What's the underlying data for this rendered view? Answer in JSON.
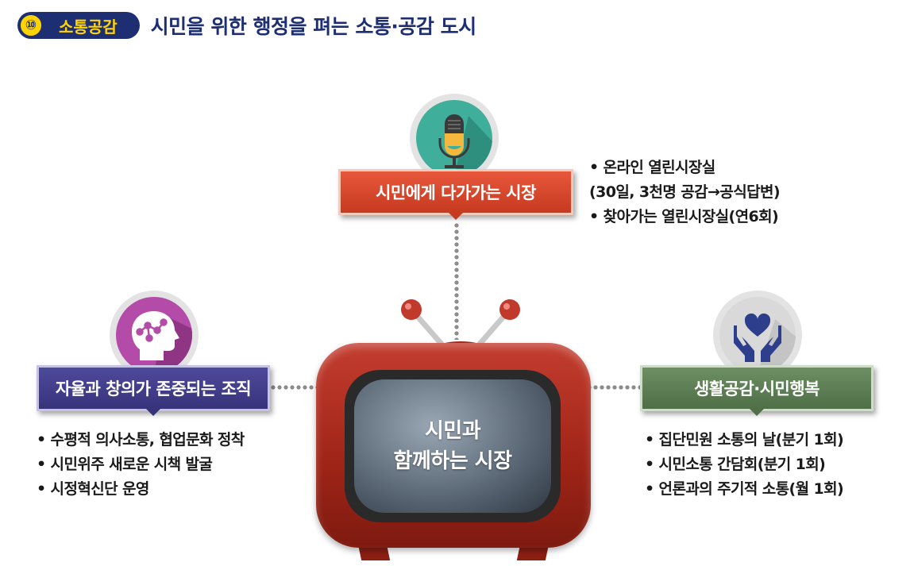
{
  "header": {
    "number": "⑩",
    "category": "소통공감",
    "title": "시민을 위한 행정을 펴는 소통·공감 도시"
  },
  "center": {
    "line1": "시민과",
    "line2": "함께하는 시장"
  },
  "top": {
    "title": "시민에게 다가가는 시장",
    "icon": "microphone-icon",
    "items": [
      "• 온라인 열린시장실",
      " (30일, 3천명 공감→공식답변)",
      "• 찾아가는 열린시장실(연6회)"
    ]
  },
  "left": {
    "title": "자율과 창의가 존중되는 조직",
    "icon": "head-network-icon",
    "items": [
      "• 수평적 의사소통, 협업문화 정착",
      "• 시민위주 새로운 시책 발굴",
      "• 시정혁신단 운영"
    ]
  },
  "right": {
    "title": "생활공감·시민행복",
    "icon": "hands-heart-icon",
    "items": [
      "• 집단민원 소통의 날(분기 1회)",
      "• 시민소통 간담회(분기 1회)",
      "• 언론과의 주기적 소통(월 1회)"
    ]
  },
  "colors": {
    "navy": "#1d2e73",
    "yellow": "#ffd400",
    "red": "#d9472c",
    "purple": "#433f8c",
    "green": "#5f7f56",
    "tv_red": "#b0301f"
  }
}
